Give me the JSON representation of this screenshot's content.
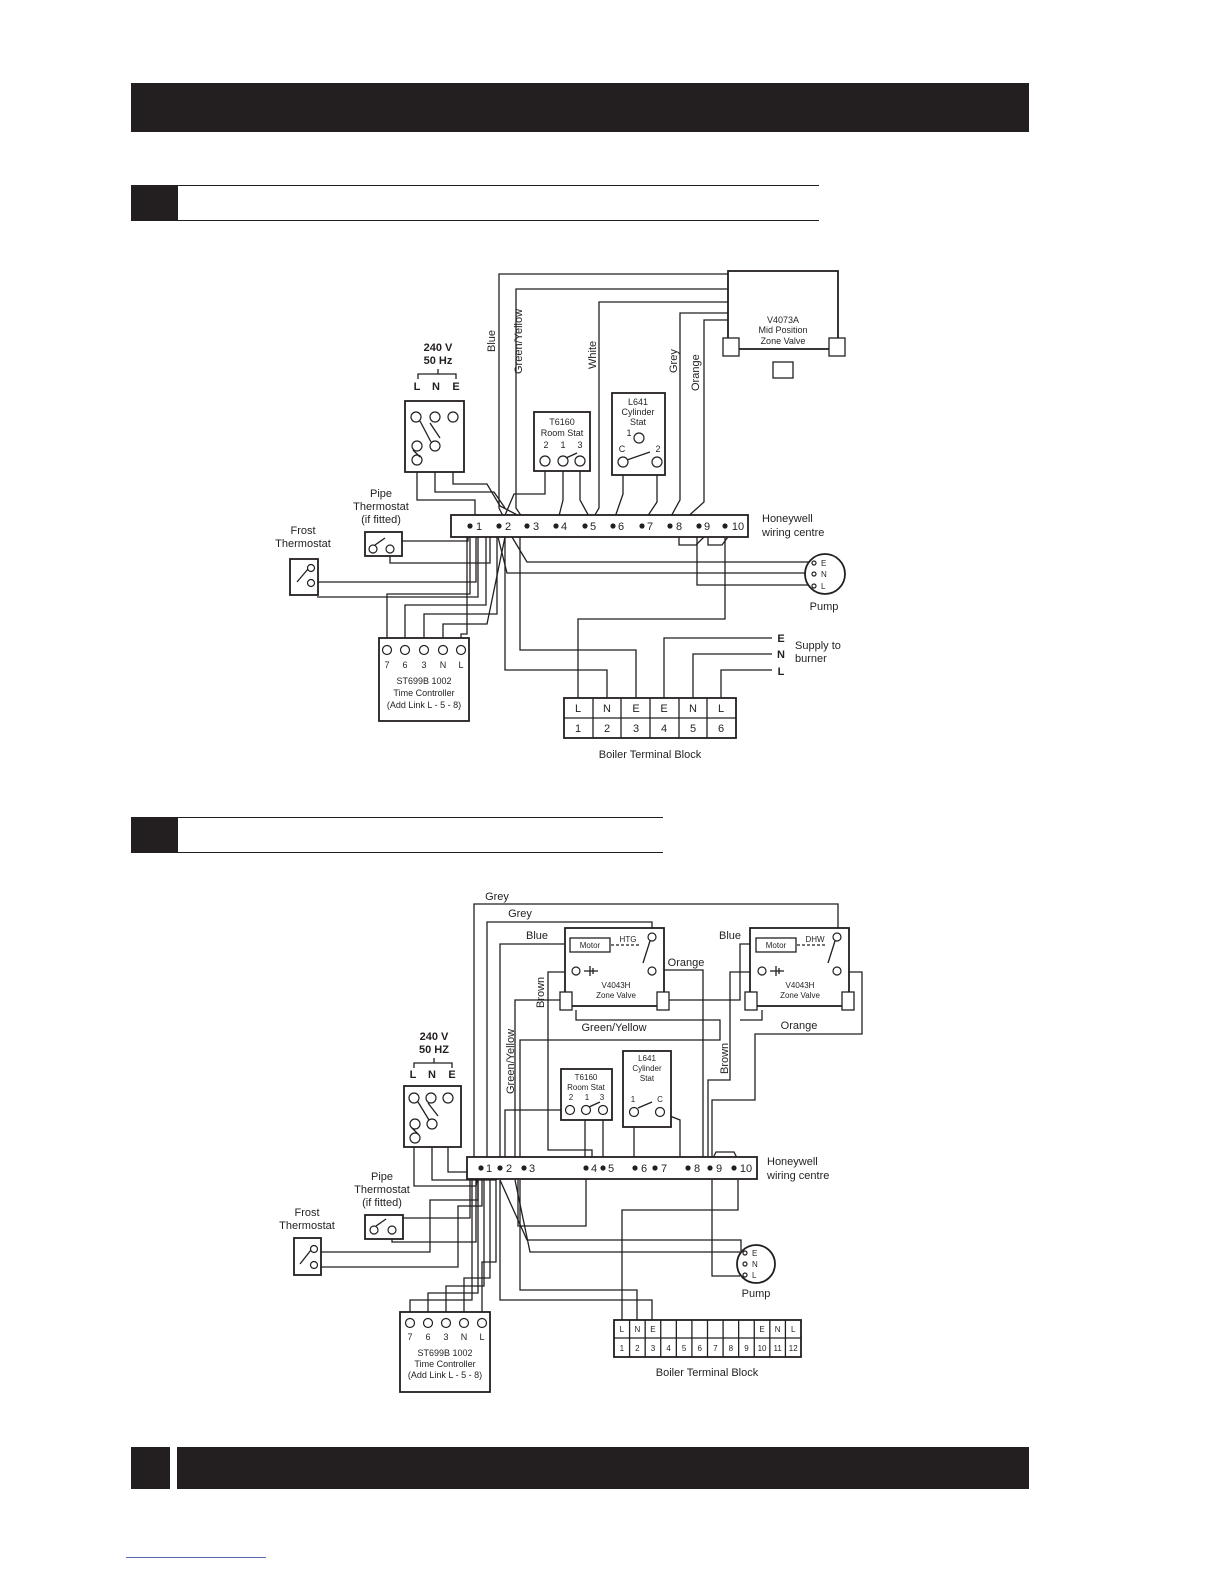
{
  "diagram1": {
    "supply": {
      "voltage": "240 V",
      "freq": "50 Hz",
      "l": "L",
      "n": "N",
      "e": "E"
    },
    "zone_valve": {
      "model": "V4073A",
      "line2": "Mid Position",
      "line3": "Zone Valve"
    },
    "room_stat": {
      "model": "T6160",
      "line2": "Room Stat",
      "t2": "2",
      "t1": "1",
      "t3": "3"
    },
    "cyl_stat": {
      "model": "L641",
      "line2": "Cylinder",
      "line3": "Stat",
      "t1": "1",
      "tc": "C",
      "t2": "2"
    },
    "wires": {
      "blue": "Blue",
      "green_yellow": "Green/Yellow",
      "white": "White",
      "grey": "Grey",
      "orange": "Orange"
    },
    "pipe_stat": {
      "line1": "Pipe",
      "line2": "Thermostat",
      "line3": "(if fitted)"
    },
    "frost_stat": {
      "line1": "Frost",
      "line2": "Thermostat"
    },
    "wiring_centre": {
      "line1": "Honeywell",
      "line2": "wiring centre",
      "terminals": [
        "1",
        "2",
        "3",
        "4",
        "5",
        "6",
        "7",
        "8",
        "9",
        "10"
      ]
    },
    "pump": {
      "e": "E",
      "n": "N",
      "l": "L",
      "label": "Pump"
    },
    "time_controller": {
      "terminals": [
        "7",
        "6",
        "3",
        "N",
        "L"
      ],
      "line1": "ST699B 1002",
      "line2": "Time Controller",
      "line3": "(Add Link L - 5 - 8)"
    },
    "burner": {
      "e": "E",
      "n": "N",
      "l": "L",
      "line1": "Supply to",
      "line2": "burner"
    },
    "boiler_block": {
      "top": [
        "L",
        "N",
        "E",
        "E",
        "N",
        "L"
      ],
      "bottom": [
        "1",
        "2",
        "3",
        "4",
        "5",
        "6"
      ],
      "label": "Boiler Terminal Block"
    }
  },
  "diagram2": {
    "wires": {
      "grey_outer": "Grey",
      "grey_inner": "Grey",
      "blue_left": "Blue",
      "blue_right": "Blue",
      "orange_left": "Orange",
      "orange_right": "Orange",
      "green_yellow_h": "Green/Yellow",
      "green_yellow_v": "Green/Yellow",
      "brown_left": "Brown",
      "brown_right": "Brown"
    },
    "htg_valve": {
      "motor": "Motor",
      "switch": "HTG",
      "model": "V4043H",
      "line2": "Zone Valve"
    },
    "dhw_valve": {
      "motor": "Motor",
      "switch": "DHW",
      "model": "V4043H",
      "line2": "Zone Valve"
    },
    "supply": {
      "voltage": "240 V",
      "freq": "50 HZ",
      "l": "L",
      "n": "N",
      "e": "E"
    },
    "room_stat": {
      "model": "T6160",
      "line2": "Room Stat",
      "t2": "2",
      "t1": "1",
      "t3": "3"
    },
    "cyl_stat": {
      "model": "L641",
      "line2": "Cylinder",
      "line3": "Stat",
      "t1": "1",
      "tc": "C"
    },
    "pipe_stat": {
      "line1": "Pipe",
      "line2": "Thermostat",
      "line3": "(if fitted)"
    },
    "frost_stat": {
      "line1": "Frost",
      "line2": "Thermostat"
    },
    "wiring_centre": {
      "line1": "Honeywell",
      "line2": "wiring centre",
      "terminals": [
        "1",
        "2",
        "3",
        "4",
        "5",
        "6",
        "7",
        "8",
        "9",
        "10"
      ]
    },
    "pump": {
      "e": "E",
      "n": "N",
      "l": "L",
      "label": "Pump"
    },
    "time_controller": {
      "terminals": [
        "7",
        "6",
        "3",
        "N",
        "L"
      ],
      "line1": "ST699B 1002",
      "line2": "Time Controller",
      "line3": "(Add Link L - 5 - 8)"
    },
    "boiler_block": {
      "top": [
        "L",
        "N",
        "E",
        "",
        "",
        "",
        "",
        "",
        "",
        "E",
        "N",
        "L"
      ],
      "bottom": [
        "1",
        "2",
        "3",
        "4",
        "5",
        "6",
        "7",
        "8",
        "9",
        "10",
        "11",
        "12"
      ],
      "label": "Boiler Terminal Block"
    }
  }
}
